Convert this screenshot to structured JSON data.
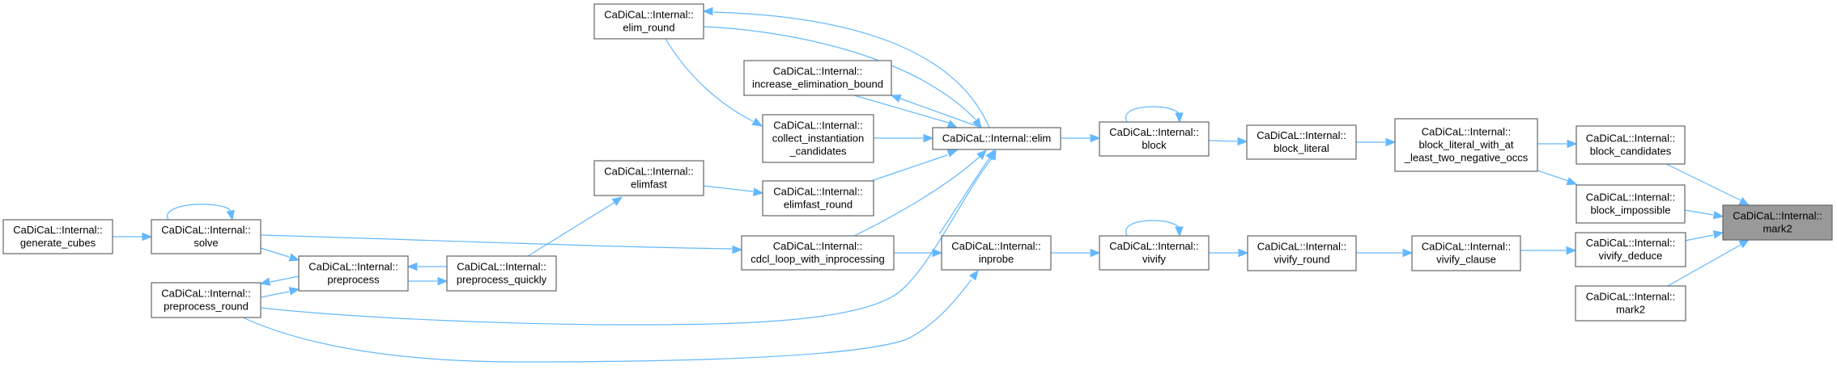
{
  "diagram": {
    "type": "call-graph",
    "colors": {
      "edge": "#63b8ff",
      "node_border": "#666666",
      "node_fill": "#ffffff",
      "current_node_fill": "#999999"
    },
    "nodes": [
      {
        "id": "generate_cubes",
        "lines": [
          "CaDiCaL::Internal::",
          "generate_cubes"
        ]
      },
      {
        "id": "solve",
        "lines": [
          "CaDiCaL::Internal::",
          "solve"
        ]
      },
      {
        "id": "preprocess_round",
        "lines": [
          "CaDiCaL::Internal::",
          "preprocess_round"
        ]
      },
      {
        "id": "preprocess",
        "lines": [
          "CaDiCaL::Internal::",
          "preprocess"
        ]
      },
      {
        "id": "preprocess_quickly",
        "lines": [
          "CaDiCaL::Internal::",
          "preprocess_quickly"
        ]
      },
      {
        "id": "elim_round",
        "lines": [
          "CaDiCaL::Internal::",
          "elim_round"
        ]
      },
      {
        "id": "elimfast",
        "lines": [
          "CaDiCaL::Internal::",
          "elimfast"
        ]
      },
      {
        "id": "increase_elimination_bound",
        "lines": [
          "CaDiCaL::Internal::",
          "increase_elimination_bound"
        ]
      },
      {
        "id": "collect_instantiation_candidates",
        "lines": [
          "CaDiCaL::Internal::",
          "collect_instantiation",
          "_candidates"
        ]
      },
      {
        "id": "elimfast_round",
        "lines": [
          "CaDiCaL::Internal::",
          "elimfast_round"
        ]
      },
      {
        "id": "cdcl_loop_with_inprocessing",
        "lines": [
          "CaDiCaL::Internal::",
          "cdcl_loop_with_inprocessing"
        ]
      },
      {
        "id": "elim",
        "lines": [
          "CaDiCaL::Internal::elim"
        ]
      },
      {
        "id": "inprobe",
        "lines": [
          "CaDiCaL::Internal::",
          "inprobe"
        ]
      },
      {
        "id": "block",
        "lines": [
          "CaDiCaL::Internal::",
          "block"
        ]
      },
      {
        "id": "vivify",
        "lines": [
          "CaDiCaL::Internal::",
          "vivify"
        ]
      },
      {
        "id": "block_literal",
        "lines": [
          "CaDiCaL::Internal::",
          "block_literal"
        ]
      },
      {
        "id": "vivify_round",
        "lines": [
          "CaDiCaL::Internal::",
          "vivify_round"
        ]
      },
      {
        "id": "block_literal_with_at_least_two_negative_occs",
        "lines": [
          "CaDiCaL::Internal::",
          "block_literal_with_at",
          "_least_two_negative_occs"
        ]
      },
      {
        "id": "vivify_clause",
        "lines": [
          "CaDiCaL::Internal::",
          "vivify_clause"
        ]
      },
      {
        "id": "block_candidates",
        "lines": [
          "CaDiCaL::Internal::",
          "block_candidates"
        ]
      },
      {
        "id": "block_impossible",
        "lines": [
          "CaDiCaL::Internal::",
          "block_impossible"
        ]
      },
      {
        "id": "vivify_deduce",
        "lines": [
          "CaDiCaL::Internal::",
          "vivify_deduce"
        ]
      },
      {
        "id": "mark2_caller",
        "lines": [
          "CaDiCaL::Internal::",
          "mark2"
        ]
      },
      {
        "id": "mark2",
        "lines": [
          "CaDiCaL::Internal::",
          "mark2"
        ],
        "current": true
      }
    ],
    "edges": [
      {
        "from": "generate_cubes",
        "to": "solve"
      },
      {
        "from": "solve",
        "to": "solve"
      },
      {
        "from": "solve",
        "to": "preprocess"
      },
      {
        "from": "solve",
        "to": "cdcl_loop_with_inprocessing"
      },
      {
        "from": "preprocess",
        "to": "preprocess_round"
      },
      {
        "from": "preprocess_round",
        "to": "preprocess"
      },
      {
        "from": "preprocess",
        "to": "preprocess_quickly"
      },
      {
        "from": "preprocess_quickly",
        "to": "preprocess"
      },
      {
        "from": "preprocess_quickly",
        "to": "elimfast"
      },
      {
        "from": "preprocess_round",
        "to": "elim"
      },
      {
        "from": "preprocess_round",
        "to": "inprobe"
      },
      {
        "from": "elimfast",
        "to": "elimfast_round"
      },
      {
        "from": "elimfast_round",
        "to": "elim"
      },
      {
        "from": "elim_round",
        "to": "collect_instantiation_candidates"
      },
      {
        "from": "elim_round",
        "to": "elim"
      },
      {
        "from": "elim",
        "to": "elim_round"
      },
      {
        "from": "increase_elimination_bound",
        "to": "elim"
      },
      {
        "from": "elim",
        "to": "increase_elimination_bound"
      },
      {
        "from": "collect_instantiation_candidates",
        "to": "elim"
      },
      {
        "from": "cdcl_loop_with_inprocessing",
        "to": "elim"
      },
      {
        "from": "cdcl_loop_with_inprocessing",
        "to": "inprobe"
      },
      {
        "from": "inprobe",
        "to": "elim"
      },
      {
        "from": "elim",
        "to": "block"
      },
      {
        "from": "block",
        "to": "block"
      },
      {
        "from": "block",
        "to": "block_literal"
      },
      {
        "from": "block_literal",
        "to": "block_literal_with_at_least_two_negative_occs"
      },
      {
        "from": "block_literal_with_at_least_two_negative_occs",
        "to": "block_candidates"
      },
      {
        "from": "block_literal_with_at_least_two_negative_occs",
        "to": "block_impossible"
      },
      {
        "from": "inprobe",
        "to": "vivify"
      },
      {
        "from": "vivify",
        "to": "vivify"
      },
      {
        "from": "vivify",
        "to": "vivify_round"
      },
      {
        "from": "vivify_round",
        "to": "vivify_clause"
      },
      {
        "from": "vivify_clause",
        "to": "vivify_deduce"
      },
      {
        "from": "block_candidates",
        "to": "mark2"
      },
      {
        "from": "block_impossible",
        "to": "mark2"
      },
      {
        "from": "vivify_deduce",
        "to": "mark2"
      },
      {
        "from": "mark2_caller",
        "to": "mark2"
      }
    ]
  }
}
